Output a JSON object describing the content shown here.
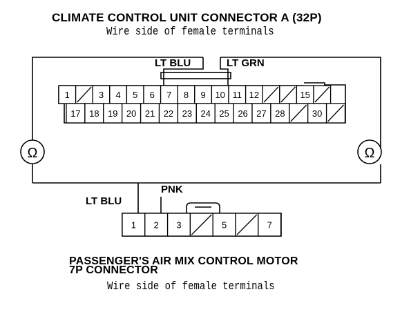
{
  "top_connector": {
    "title": "CLIMATE CONTROL UNIT CONNECTOR A (32P)",
    "subtitle": "Wire side of female terminals",
    "row1": [
      "1",
      "",
      "3",
      "4",
      "5",
      "6",
      "7",
      "8",
      "9",
      "10",
      "11",
      "12",
      "",
      "",
      "15",
      ""
    ],
    "row2": [
      "17",
      "18",
      "19",
      "20",
      "21",
      "22",
      "23",
      "24",
      "25",
      "26",
      "27",
      "28",
      "",
      "30",
      ""
    ],
    "row1_blank_cells": [
      1,
      12,
      13,
      15
    ],
    "row2_blank_cells": [
      12,
      14
    ],
    "ground_symbol": "Ω"
  },
  "bottom_connector": {
    "title_line1": "PASSENGER'S AIR MIX CONTROL MOTOR",
    "title_line2": "7P CONNECTOR",
    "subtitle": "Wire side of female terminals",
    "cells": [
      "1",
      "2",
      "3",
      "",
      "5",
      "",
      "7"
    ],
    "blank_cells": [
      3,
      5
    ]
  },
  "wires": {
    "lt_blu_top": "LT BLU",
    "lt_grn_top": "LT GRN",
    "lt_blu_bottom": "LT BLU",
    "pnk_bottom": "PNK"
  }
}
